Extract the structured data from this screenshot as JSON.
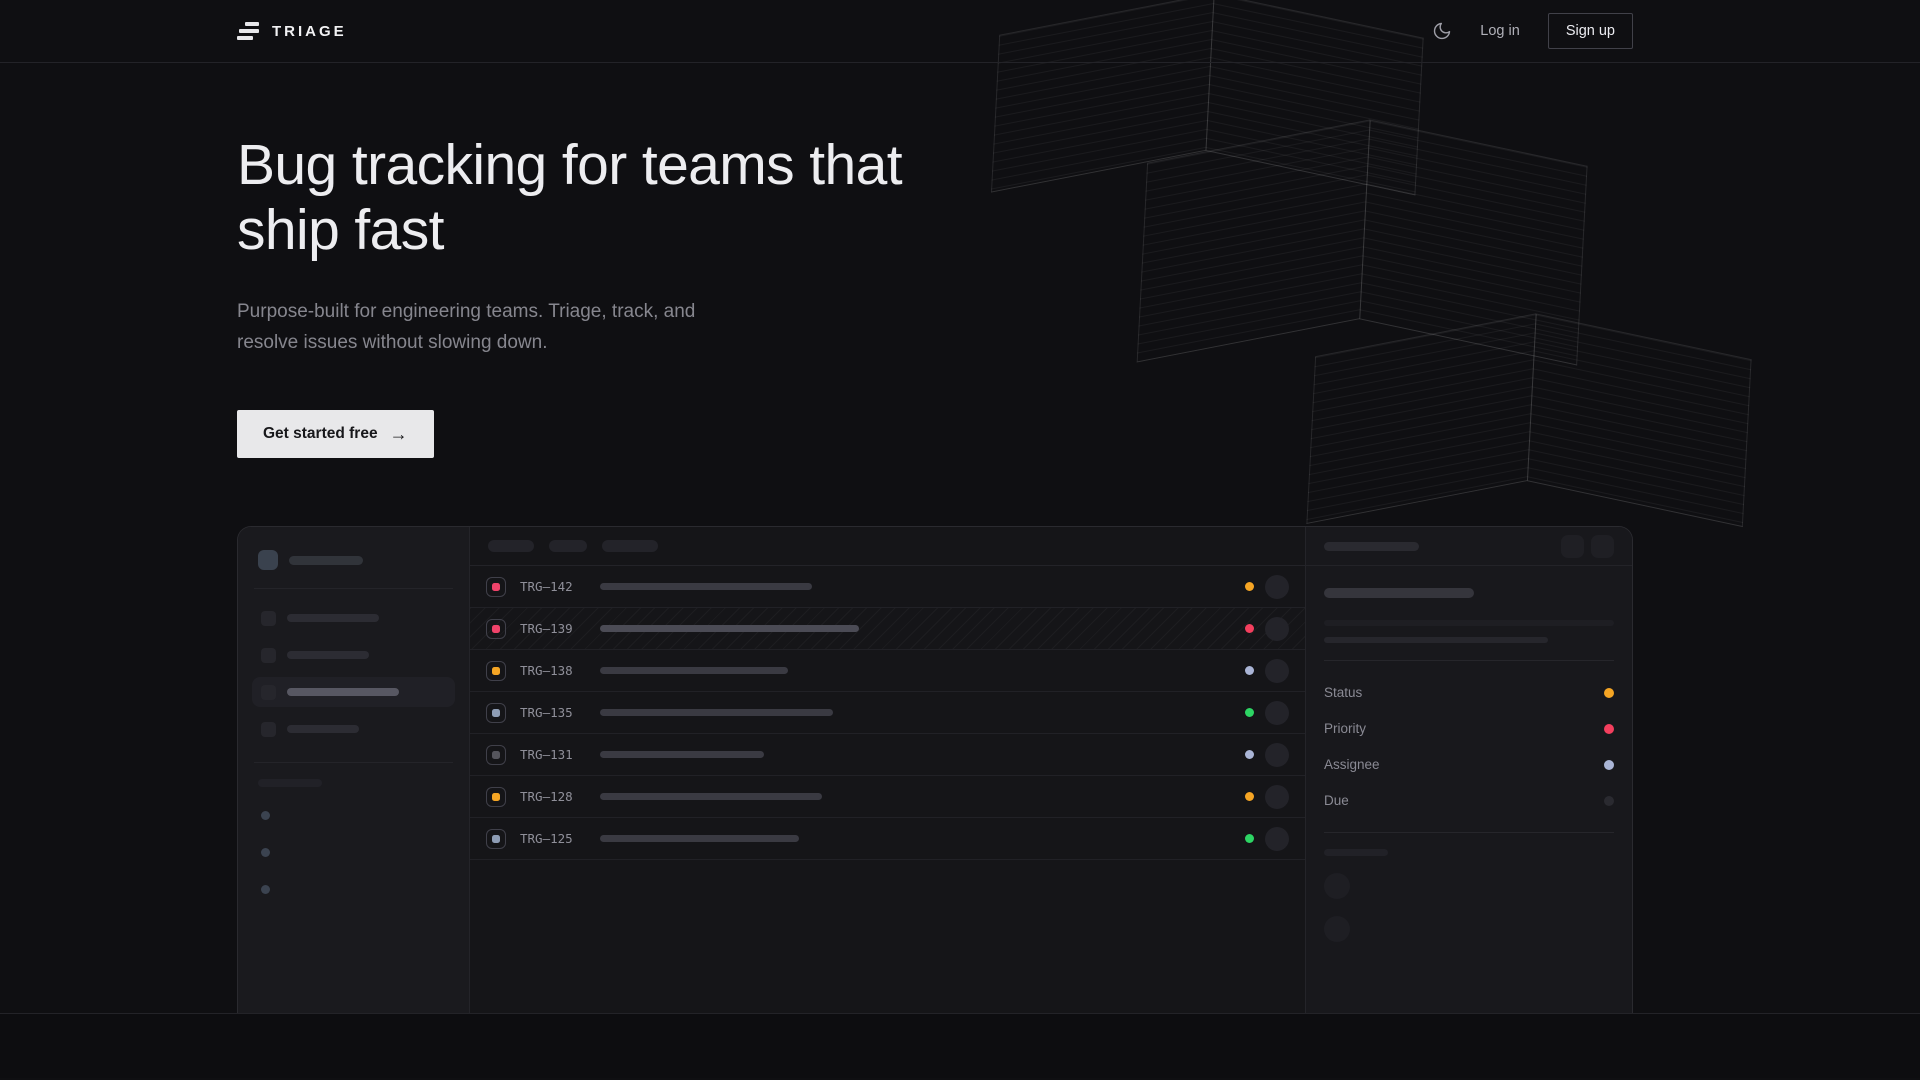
{
  "brand": {
    "name": "TRIAGE",
    "logo_icon": "triage-bars-icon"
  },
  "nav": {
    "theme_toggle_icon": "moon-icon",
    "login_label": "Log in",
    "signup_label": "Sign up"
  },
  "hero": {
    "title": "Bug tracking for teams that ship fast",
    "subtitle": "Purpose-built for engineering teams. Triage, track, and resolve issues without slowing down.",
    "cta_label": "Get started free",
    "cta_icon": "arrow-right-icon",
    "cta_arrow": "→"
  },
  "app_mockup": {
    "issues": [
      {
        "id": "TRG–142",
        "icon_color": "#f0436a",
        "status_color": "#f5a524",
        "title_width": 212,
        "hatched": false
      },
      {
        "id": "TRG–139",
        "icon_color": "#f0436a",
        "status_color": "#f43f5e",
        "title_width": 259,
        "hatched": true
      },
      {
        "id": "TRG–138",
        "icon_color": "#f5a524",
        "status_color": "#aab5d6",
        "title_width": 188,
        "hatched": false
      },
      {
        "id": "TRG–135",
        "icon_color": "#8e9db5",
        "status_color": "#2dd564",
        "title_width": 233,
        "hatched": false
      },
      {
        "id": "TRG–131",
        "icon_color": "#55555c",
        "status_color": "#aab5d6",
        "title_width": 164,
        "hatched": false
      },
      {
        "id": "TRG–128",
        "icon_color": "#f5a524",
        "status_color": "#f5a524",
        "title_width": 222,
        "hatched": false
      },
      {
        "id": "TRG–125",
        "icon_color": "#8e9db5",
        "status_color": "#2dd564",
        "title_width": 199,
        "hatched": false
      }
    ],
    "detail_panel": {
      "fields": [
        {
          "label": "Status",
          "color": "#f5a524"
        },
        {
          "label": "Priority",
          "color": "#f43f5e"
        },
        {
          "label": "Assignee",
          "color": "#aab5d6"
        },
        {
          "label": "Due",
          "color": "#2a2a30"
        }
      ]
    }
  },
  "colors": {
    "background": "#0f0f12",
    "accent_amber": "#f5a524",
    "accent_pink": "#f43f5e",
    "accent_green": "#2dd564",
    "accent_lavender": "#aab5d6"
  }
}
